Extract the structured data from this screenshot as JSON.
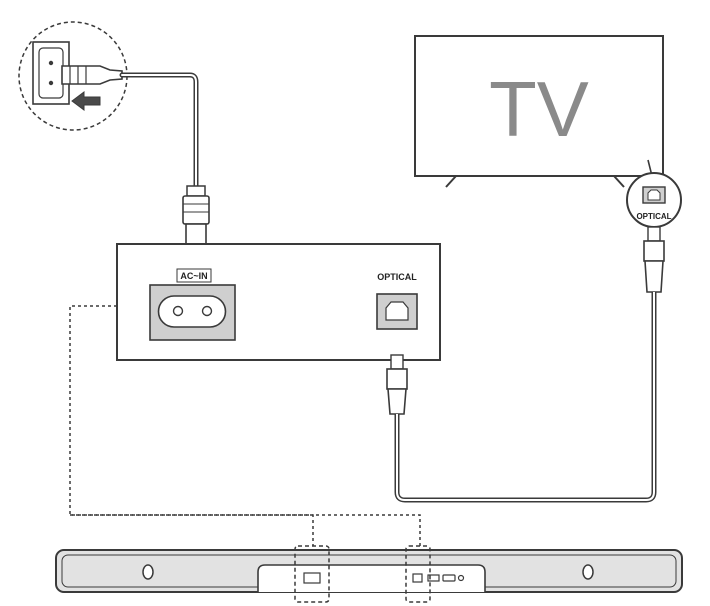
{
  "tv": {
    "label": "TV"
  },
  "panel": {
    "ac_label": "AC~IN",
    "optical_label": "OPTICAL"
  },
  "tv_port": {
    "label": "OPTICAL"
  },
  "colors": {
    "line": "#3a3a3a",
    "port_fill": "#cfcfcf",
    "bar_fill": "#e2e2e2",
    "tv_text": "#8a8a8a"
  }
}
